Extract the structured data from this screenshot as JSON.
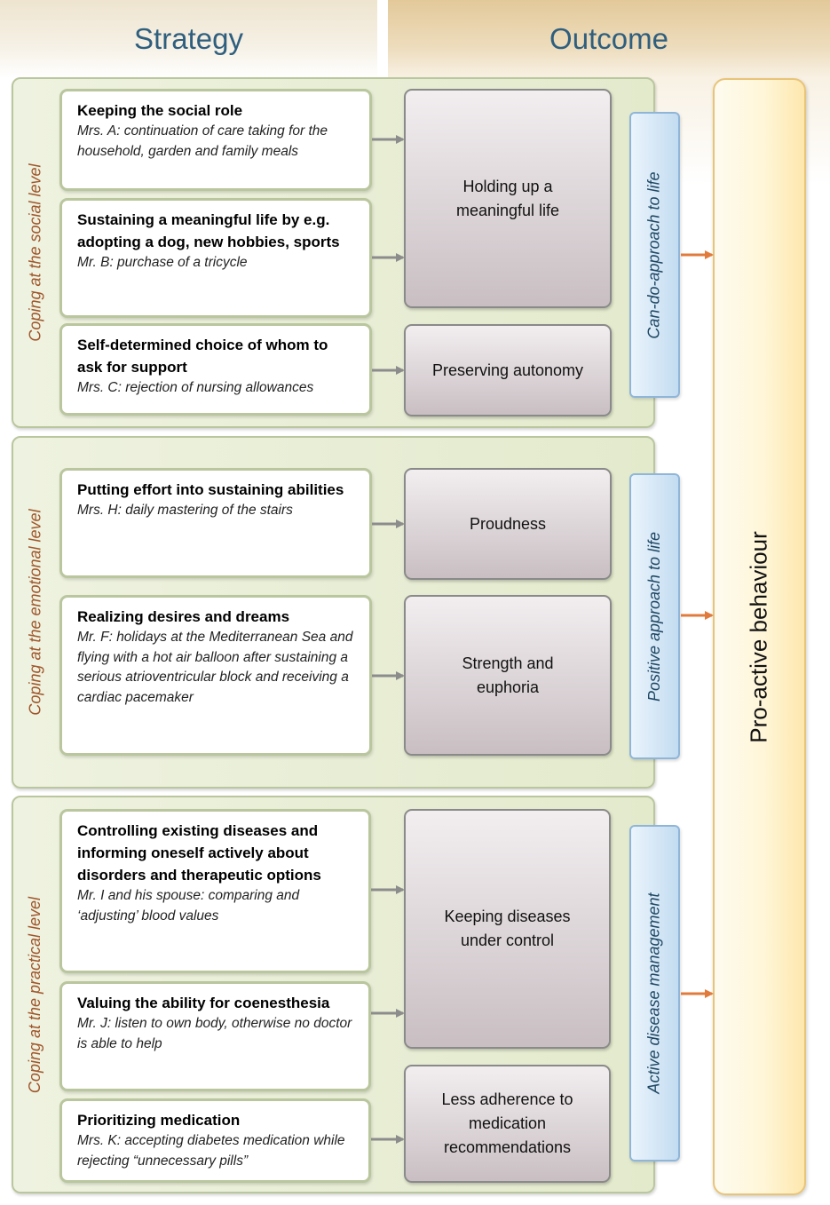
{
  "headers": {
    "strategy": "Strategy",
    "outcome": "Outcome"
  },
  "levels": {
    "social": "Coping at the social level",
    "emotional": "Coping at the emotional level",
    "practical": "Coping at the practical level"
  },
  "strategies": [
    {
      "title": "Keeping the social role",
      "example": "Mrs. A: continuation of care taking for the household, garden and family meals"
    },
    {
      "title": "Sustaining a meaningful life by e.g. adopting a dog, new hobbies, sports",
      "example": "Mr. B: purchase of a tricycle"
    },
    {
      "title": "Self-determined choice of whom to ask for support",
      "example": "Mrs. C: rejection of nursing allowances"
    },
    {
      "title": "Putting effort into sustaining abilities",
      "example": "Mrs. H: daily mastering of the stairs"
    },
    {
      "title": "Realizing desires and dreams",
      "example": "Mr. F: holidays at the Mediterranean Sea and flying with a hot air balloon after sustaining a serious atrioventricular block and receiving a cardiac pacemaker"
    },
    {
      "title": "Controlling existing diseases and informing oneself actively about disorders and therapeutic options",
      "example": "Mr. I and his spouse: comparing and ‘adjusting’ blood values"
    },
    {
      "title": "Valuing the ability for coenesthesia",
      "example": "Mr. J: listen to own body, otherwise no doctor is able to help"
    },
    {
      "title": "Prioritizing medication",
      "example": "Mrs. K: accepting diabetes medication while  rejecting “unnecessary pills”"
    }
  ],
  "outcomes": [
    "Holding up a meaningful life",
    "Preserving autonomy",
    "Proudness",
    "Strength and euphoria",
    "Keeping diseases under control",
    "Less adherence to medication recommendations"
  ],
  "approaches": {
    "can_do": "Can-do-approach to life",
    "positive": "Positive approach to life",
    "active": "Active disease management"
  },
  "result": "Pro-active behaviour",
  "colors": {
    "gray_arrow": "#8c8c8c",
    "orange_arrow": "#e07b3c",
    "level_text": "#a0562b",
    "header_text": "#2f5f7e"
  }
}
